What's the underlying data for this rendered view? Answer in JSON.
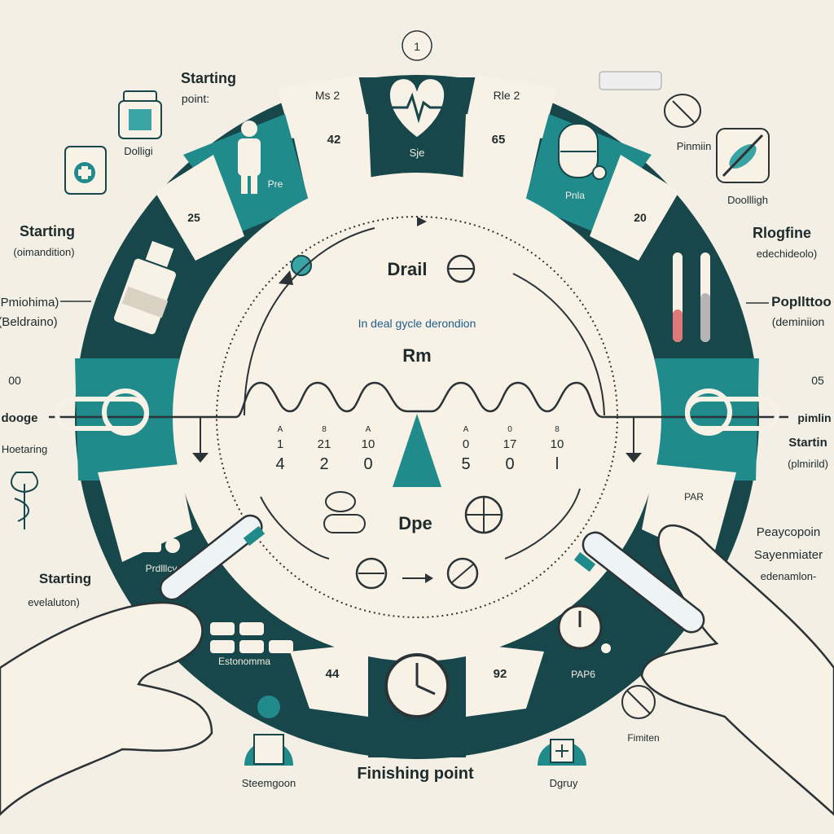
{
  "colors": {
    "background": "#f3efe4",
    "dark_teal": "#17474a",
    "teal": "#218b8c",
    "light_teal": "#3aa3a4",
    "cream": "#f7f1e6",
    "line": "#2b3336"
  },
  "top_badge": "1",
  "segments": {
    "top": "Sje",
    "top_left_label": "Ms 2",
    "top_right_label": "Rle 2",
    "num_42": "42",
    "num_65": "65",
    "person_label": "Pre",
    "pill_label": "Pnla",
    "num_25": "25",
    "num_20": "20",
    "bottom_left_num": "44",
    "bottom_right_num": "92",
    "bottom_left_label": "Estonomma",
    "bottom_right_label": "PAP6",
    "right_lower_label": "PAR",
    "left_lower_label": "Prdlllcy"
  },
  "left_labels": {
    "starting_point": [
      "Starting",
      "point:"
    ],
    "box_label": "Dolligi",
    "starting2": [
      "Starting",
      "(oimandition)"
    ],
    "note": [
      "(Pmiohima)",
      "(Beldraino)"
    ],
    "num_00": "00",
    "dosage": "dooge",
    "dosage2": "Hoetaring",
    "starting3": [
      "Starting",
      "evelaluton)"
    ]
  },
  "right_labels": {
    "pill_label": "Pinmiin",
    "box_label": "Doollligh",
    "riofine": [
      "Rlogfine",
      "edechideolo)"
    ],
    "poplto": [
      "Popllttoo",
      "(deminiion"
    ],
    "num_05": "05",
    "pimling": "pimlin",
    "starting": [
      "Startin",
      "(plmirild)"
    ],
    "peaye": [
      "Peaycopoin",
      "Sayenmiater",
      "edenamlon-"
    ],
    "finish_label": "Fimiten"
  },
  "center": {
    "drail": "Drail",
    "subtitle": "In deal gycle derondion",
    "rm": "Rm",
    "dpe": "Dpe",
    "tick_small": [
      "A",
      "8",
      "A",
      "A",
      "0",
      "8"
    ],
    "tick_mid": [
      "1",
      "21",
      "10",
      "0",
      "17",
      "10"
    ],
    "tick_big": [
      "4",
      "2",
      "0",
      "5",
      "0",
      "l"
    ]
  },
  "bottom": {
    "finishing_point": "Finishing point",
    "stamp_label": "Steemgoon",
    "dgray_label": "Dgruy"
  }
}
